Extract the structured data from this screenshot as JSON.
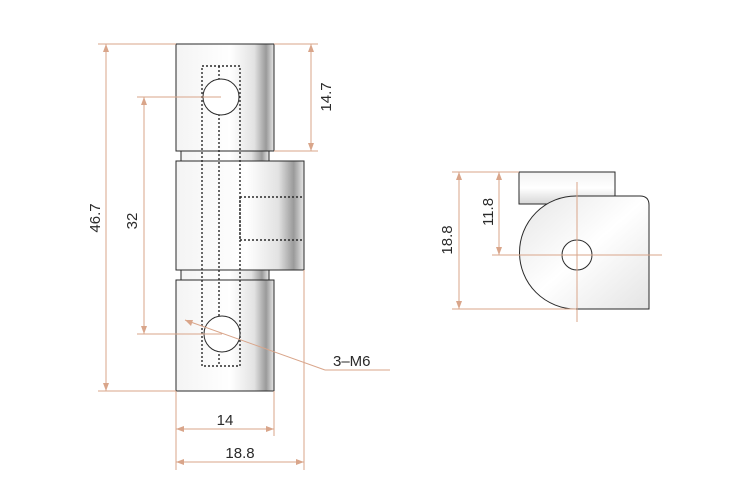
{
  "front_view": {
    "dim_total_height": "46.7",
    "dim_hole_spacing": "32",
    "dim_top_knuckle": "14.7",
    "dim_knuckle_width": "14",
    "dim_overall_width": "18.8",
    "callout_thread": "3–M6"
  },
  "side_view": {
    "dim_height": "18.8",
    "dim_hole_center": "11.8"
  },
  "colors": {
    "dimension_line": "#d9a58a",
    "outline": "#2a2a2a",
    "metal_light": "#ffffff",
    "metal_dark": "#8a8a8a"
  }
}
